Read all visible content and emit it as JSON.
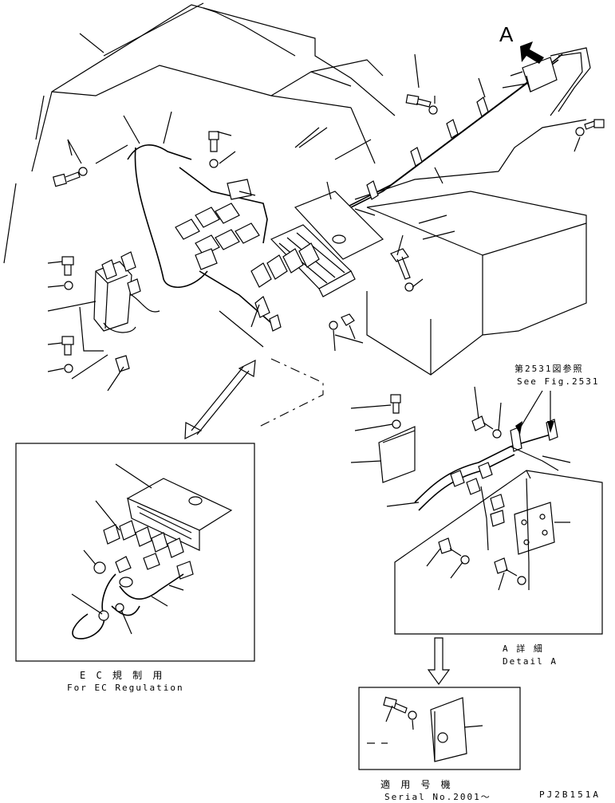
{
  "view_letter": "A",
  "reference": {
    "jp": "第2531図参照",
    "en": "See Fig.2531"
  },
  "detail": {
    "jp": "A 詳 細",
    "en": "Detail A"
  },
  "ec_regulation": {
    "jp": "E C 規 制 用",
    "en": "For EC Regulation"
  },
  "serial": {
    "jp": "適 用 号 機",
    "en": "Serial No.2001〜"
  },
  "drawing_code": "PJ2B151A"
}
